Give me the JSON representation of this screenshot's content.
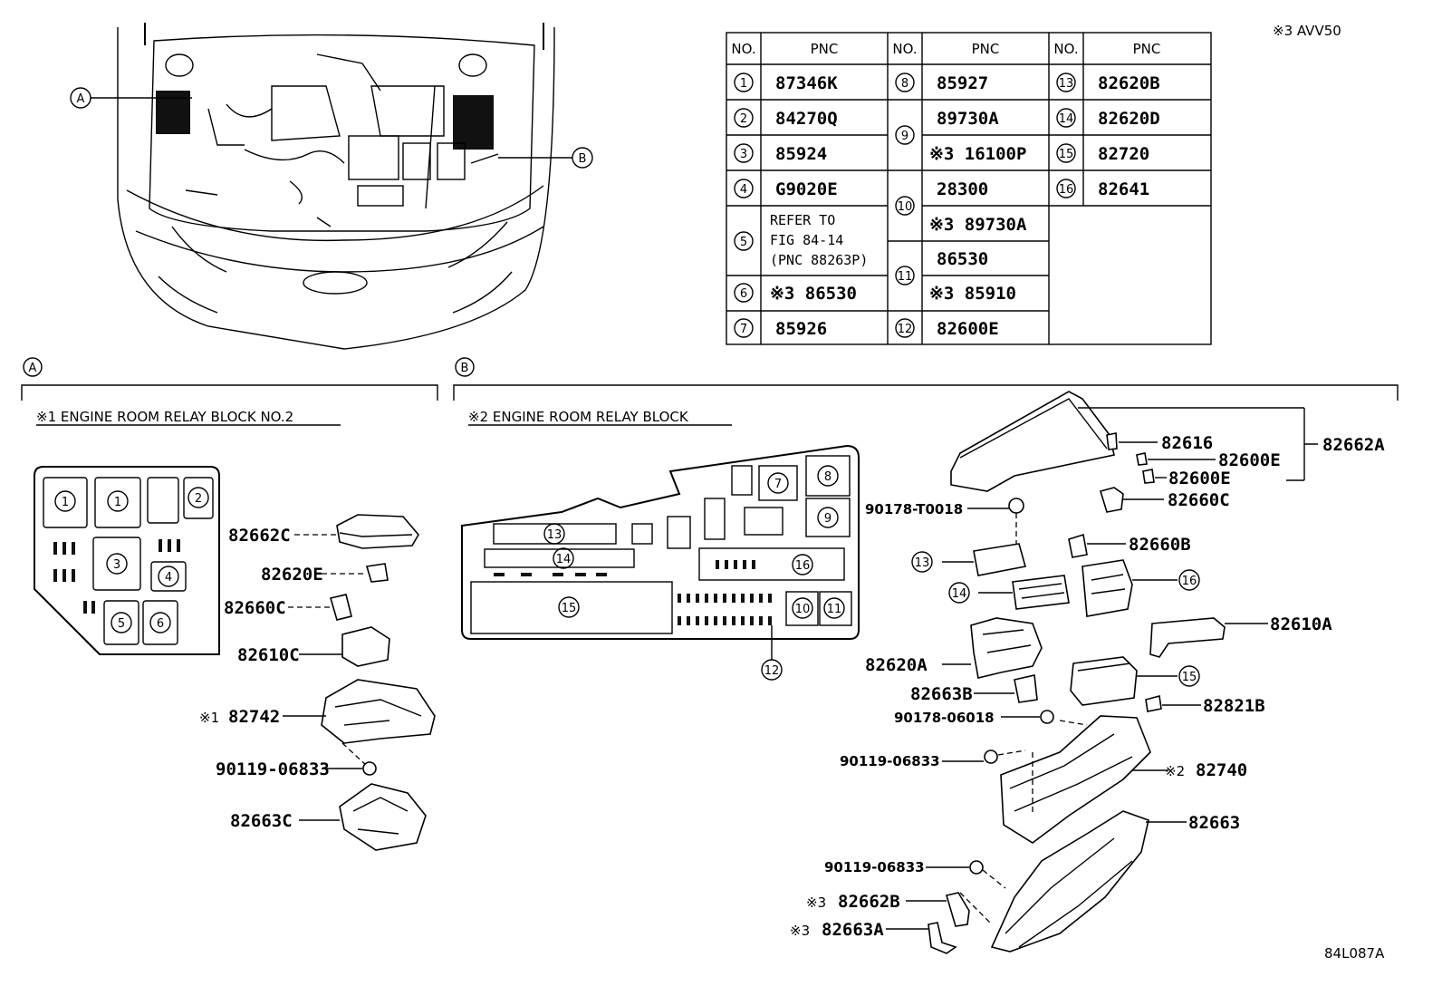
{
  "variant_note": "※3 AVV50",
  "figure_code": "84L087A",
  "table": {
    "headers": [
      "NO.",
      "PNC",
      "NO.",
      "PNC",
      "NO.",
      "PNC"
    ],
    "col1": [
      {
        "no": "1",
        "pnc": "87346K"
      },
      {
        "no": "2",
        "pnc": "84270Q"
      },
      {
        "no": "3",
        "pnc": "85924"
      },
      {
        "no": "4",
        "pnc": "G9020E"
      },
      {
        "no": "5",
        "pnc_lines": [
          "REFER TO",
          "FIG 84-14",
          "(PNC 88263P)"
        ]
      },
      {
        "no": "6",
        "pnc": "※3 86530"
      },
      {
        "no": "7",
        "pnc": "85926"
      }
    ],
    "col2": [
      {
        "no": "8",
        "pnc": "85927"
      },
      {
        "no": "9",
        "pnc_a": "89730A",
        "pnc_b": "※3 16100P"
      },
      {
        "no": "10",
        "pnc_a": "28300",
        "pnc_b": "※3 89730A"
      },
      {
        "no": "11",
        "pnc_a": "86530",
        "pnc_b": "※3 85910"
      },
      {
        "no": "12",
        "pnc": "82600E"
      }
    ],
    "col3": [
      {
        "no": "13",
        "pnc": "82620B"
      },
      {
        "no": "14",
        "pnc": "82620D"
      },
      {
        "no": "15",
        "pnc": "82720"
      },
      {
        "no": "16",
        "pnc": "82641"
      }
    ]
  },
  "callouts": {
    "a": "A",
    "b": "B"
  },
  "section_a": {
    "title": "※1 ENGINE ROOM RELAY BLOCK NO.2",
    "grid_numbers": [
      "1",
      "1",
      "2",
      "3",
      "4",
      "5",
      "6"
    ],
    "parts": [
      "82662C",
      "82620E",
      "82660C",
      "82610C",
      "82742",
      "90119-06833",
      "82663C"
    ],
    "note_82742": "※1"
  },
  "section_b": {
    "title": "※2 ENGINE ROOM RELAY BLOCK",
    "grid_numbers": [
      "7",
      "8",
      "9",
      "13",
      "14",
      "15",
      "16",
      "10",
      "11",
      "12"
    ],
    "parts_right": [
      "82616",
      "82600E",
      "82600E",
      "82662A",
      "82660C",
      "82660B",
      "82610A",
      "82821B",
      "82740",
      "82663"
    ],
    "parts_left": [
      "90178-T0018",
      "82620A",
      "82663B",
      "90178-06018",
      "90119-06833",
      "90119-06833",
      "82662B",
      "82663A"
    ],
    "item_numbers": [
      "13",
      "14",
      "16",
      "15"
    ],
    "note_82740": "※2",
    "note_82662B": "※3",
    "note_82663A": "※3"
  }
}
